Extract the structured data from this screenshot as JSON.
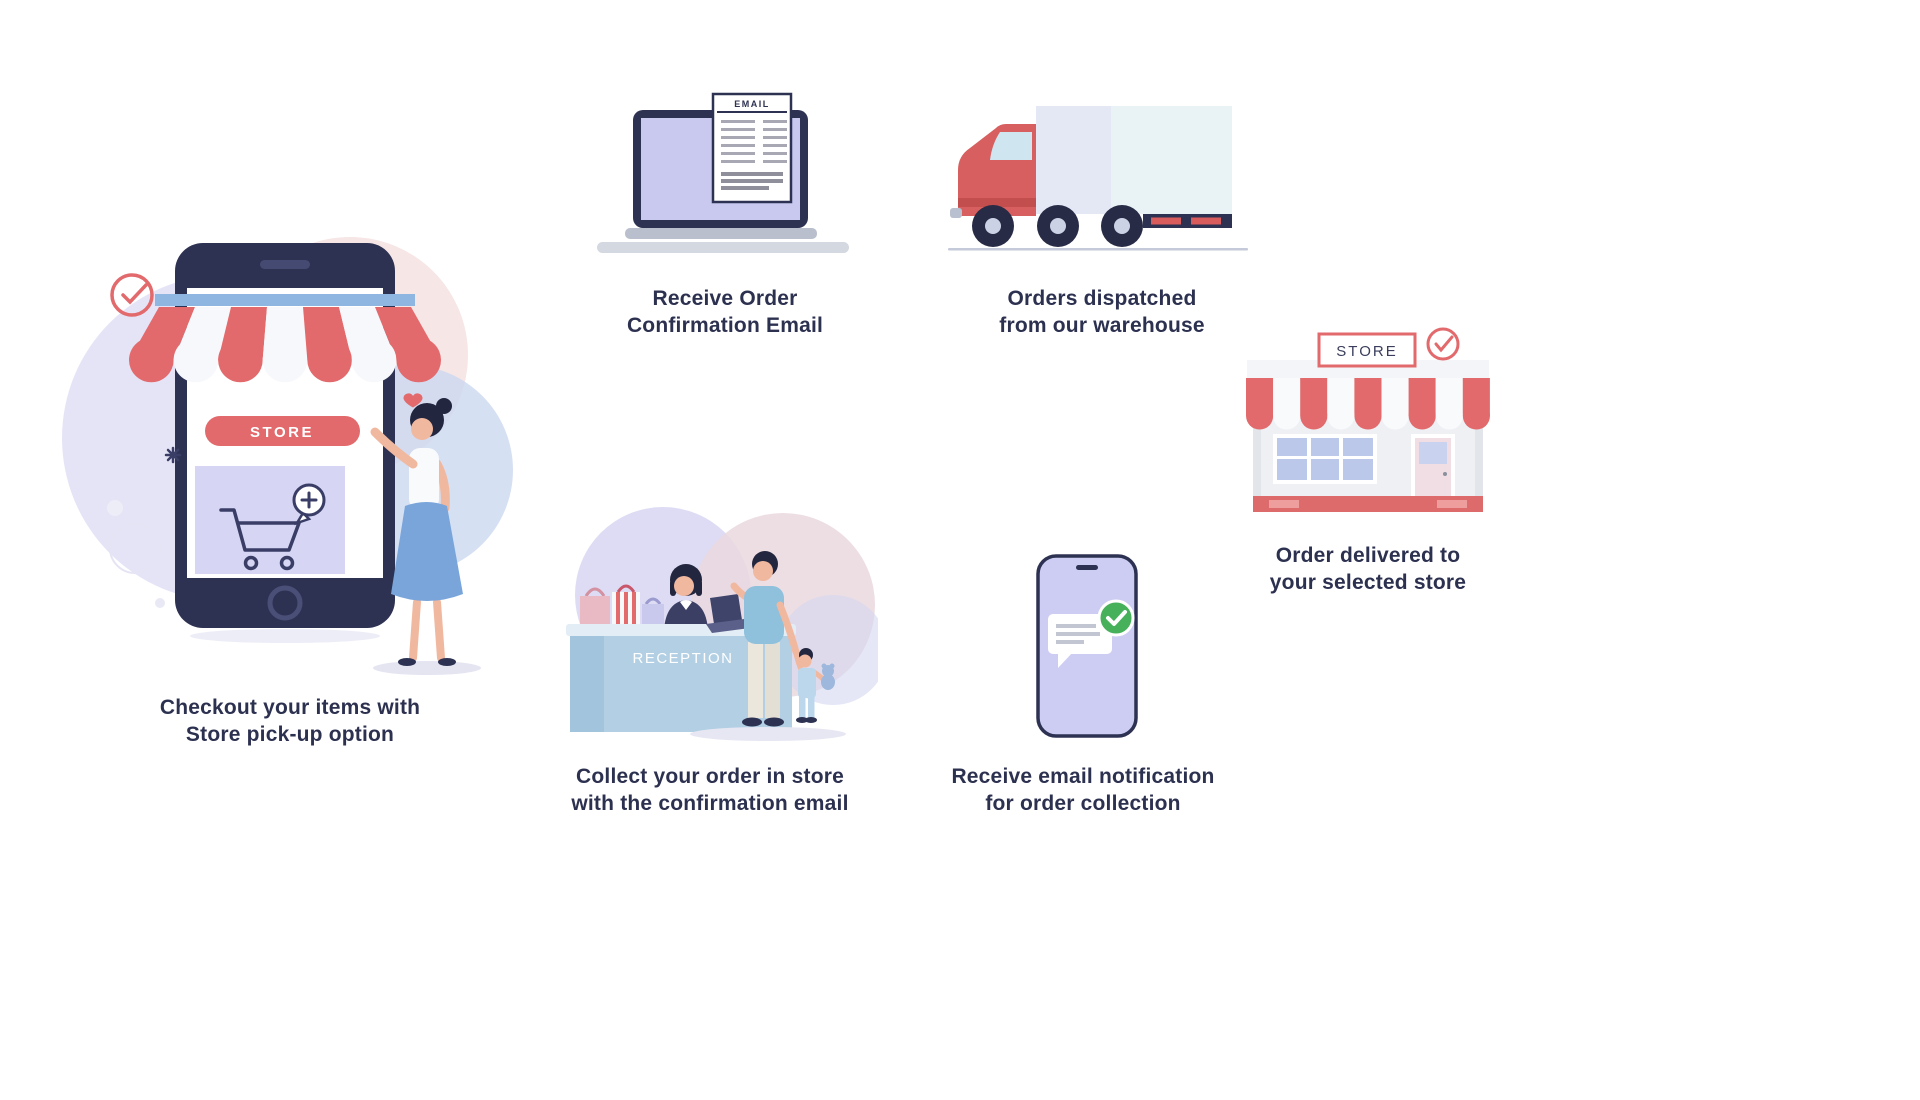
{
  "page": {
    "title": "Store pick-up process",
    "background": "#ffffff"
  },
  "colors": {
    "coral": "#e2696b",
    "navy": "#2e3252",
    "lavender": "#cdcdf4",
    "light_blue": "#aecce2",
    "green": "#47b05b",
    "text": "#2d3150"
  },
  "steps": {
    "checkout": {
      "caption_line1": "Checkout your items with",
      "caption_line2": "Store pick-up option",
      "store_button_label": "STORE"
    },
    "email_confirmation": {
      "caption_line1": "Receive Order",
      "caption_line2": "Confirmation Email",
      "document_label": "EMAIL"
    },
    "dispatch": {
      "caption_line1": "Orders dispatched",
      "caption_line2": "from our warehouse"
    },
    "store_delivery": {
      "caption_line1": "Order delivered to",
      "caption_line2": "your selected store",
      "sign_label": "STORE"
    },
    "notification": {
      "caption_line1": "Receive email notification",
      "caption_line2": "for order collection"
    },
    "collect": {
      "caption_line1": "Collect your order in store",
      "caption_line2": "with the confirmation email",
      "desk_label": "RECEPTION"
    }
  }
}
